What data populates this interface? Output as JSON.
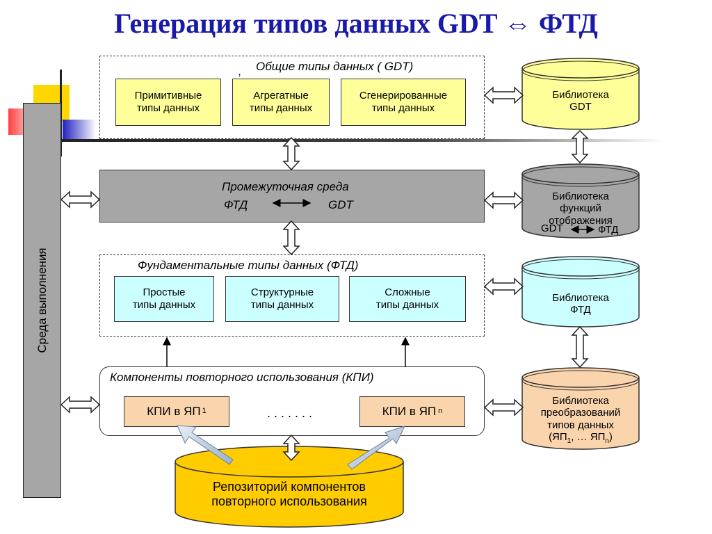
{
  "title": "Генерация типов данных   GDT ⇔ ФТД",
  "runtime_env": "Среда выполнения",
  "gdt_group": {
    "title": "Общие типы данных ( GDT)",
    "items": [
      "Примитивные\nтипы данных",
      "Агрегатные\nтипы данных",
      "Сгенерированные\nтипы данных"
    ]
  },
  "intermediate": {
    "title": "Промежуточная  среда",
    "left": "ФТД",
    "right": "GDT"
  },
  "ftd_group": {
    "title": "Фундаментальные  типы данных  (ФТД)",
    "items": [
      "Простые\nтипы данных",
      "Структурные\nтипы данных",
      "Сложные\nтипы данных"
    ]
  },
  "kpi_group": {
    "title": "Компоненты повторного использования (КПИ)",
    "item1": "КПИ в ЯП",
    "item1_sub": "1",
    "dots": ". . . . . . .",
    "itemn": "КПИ в ЯП",
    "itemn_sub": "n"
  },
  "repository": "Репозиторий компонентов\nповторного использования",
  "libraries": {
    "gdt": "Библиотека\nGDT",
    "mapping": "Библиотека\nфункций\nотображения",
    "mapping_left": "GDT",
    "mapping_right": "ФТД",
    "ftd": "Библиотека\nФТД",
    "transform": "Библиотека\nпреобразований\nтипов данных",
    "transform_sub": "(ЯП",
    "transform_sub1": "1",
    "transform_mid": ", … ЯП",
    "transform_subn": "n",
    "transform_end": ")"
  },
  "colors": {
    "title": "#1a1aa8",
    "yellow": "#ffff99",
    "gray": "#a6a6a6",
    "cyan": "#ccffff",
    "peach": "#fad4ac",
    "repository": "#ffcc00"
  }
}
